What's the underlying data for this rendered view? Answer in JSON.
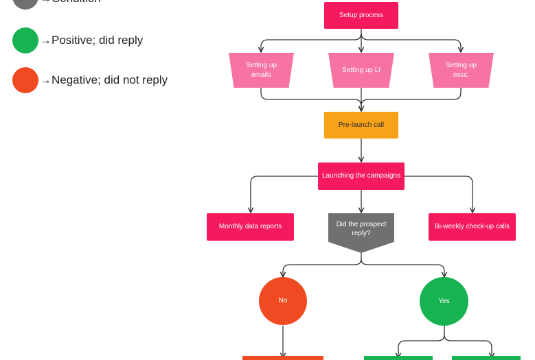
{
  "legend": [
    {
      "label": "→Condition",
      "color": "#707070"
    },
    {
      "label": "→Positive; did reply",
      "color": "#17b351"
    },
    {
      "label": "→Negative; did not reply",
      "color": "#f04a22"
    }
  ],
  "nodes": {
    "setup": "Setup process",
    "emails": "Setting up emails",
    "li": "Setting up LI",
    "misc": "Setting up misc.",
    "prelaunch": "Pre-launch call",
    "launch": "Launching the campaigns",
    "monthly": "Monthly data reports",
    "question": "Did the prospect reply?",
    "biweekly": "Bi-weekly check-up calls",
    "no": "No",
    "yes": "Yes"
  },
  "colors": {
    "primary": "#f5195d",
    "light_pink": "#f673a4",
    "orange": "#f8a21a",
    "condition": "#707070",
    "negative": "#f04a22",
    "positive": "#17b351",
    "line": "#333333"
  }
}
